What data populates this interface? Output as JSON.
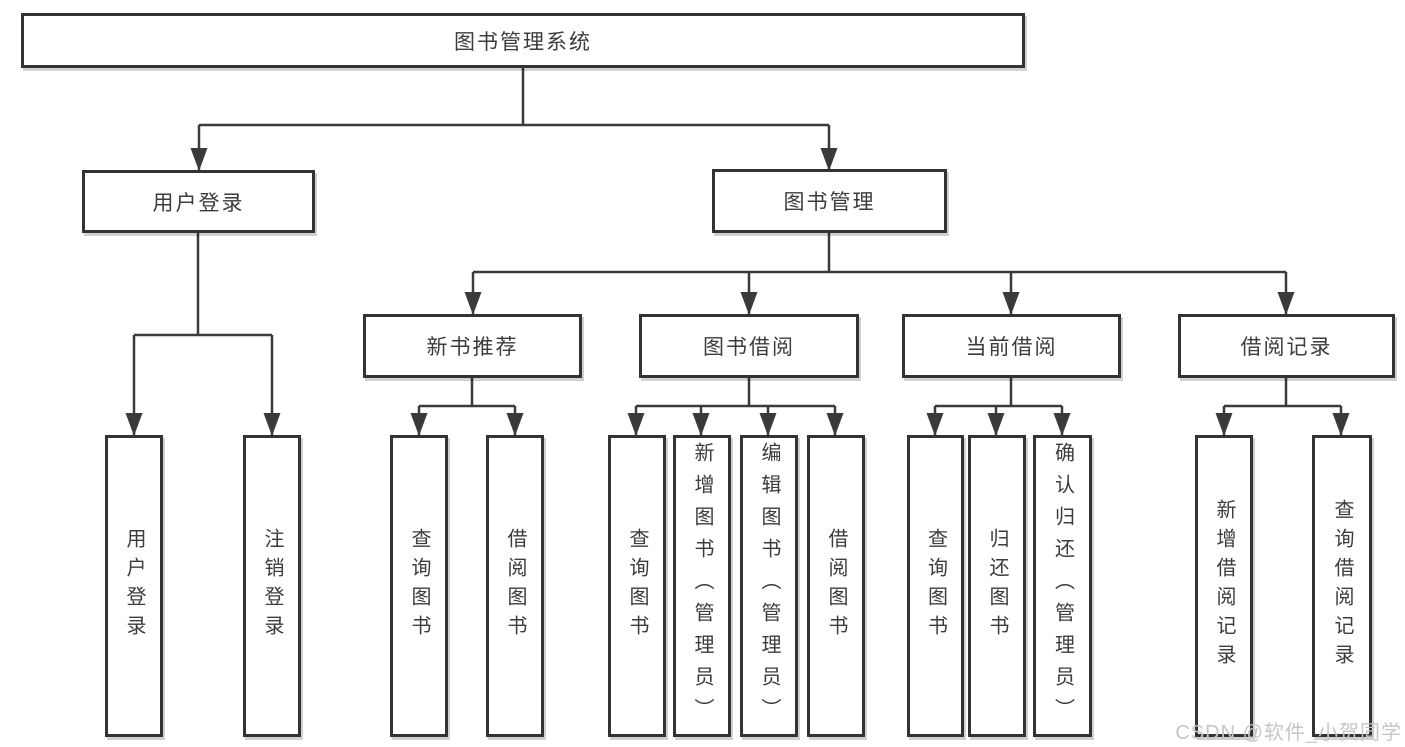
{
  "diagram": {
    "root": {
      "label": "图书管理系统"
    },
    "branches": [
      {
        "label": "用户登录",
        "children": [
          {
            "label": "用户登录"
          },
          {
            "label": "注销登录"
          }
        ]
      },
      {
        "label": "图书管理",
        "children": [
          {
            "label": "新书推荐",
            "children": [
              {
                "label": "查询图书"
              },
              {
                "label": "借阅图书"
              }
            ]
          },
          {
            "label": "图书借阅",
            "children": [
              {
                "label": "查询图书"
              },
              {
                "label": "新增图书（管理员）"
              },
              {
                "label": "编辑图书（管理员）"
              },
              {
                "label": "借阅图书"
              }
            ]
          },
          {
            "label": "当前借阅",
            "children": [
              {
                "label": "查询图书"
              },
              {
                "label": "归还图书"
              },
              {
                "label": "确认归还（管理员）"
              }
            ]
          },
          {
            "label": "借阅记录",
            "children": [
              {
                "label": "新增借阅记录"
              },
              {
                "label": "查询借阅记录"
              }
            ]
          }
        ]
      }
    ],
    "watermark": "CSDN @软件_小贺同学"
  },
  "colors": {
    "line": "#3a3a3a",
    "box_border": "#333333",
    "text": "#3c3c3c",
    "watermark": "#c6c6c6",
    "background": "#ffffff"
  }
}
